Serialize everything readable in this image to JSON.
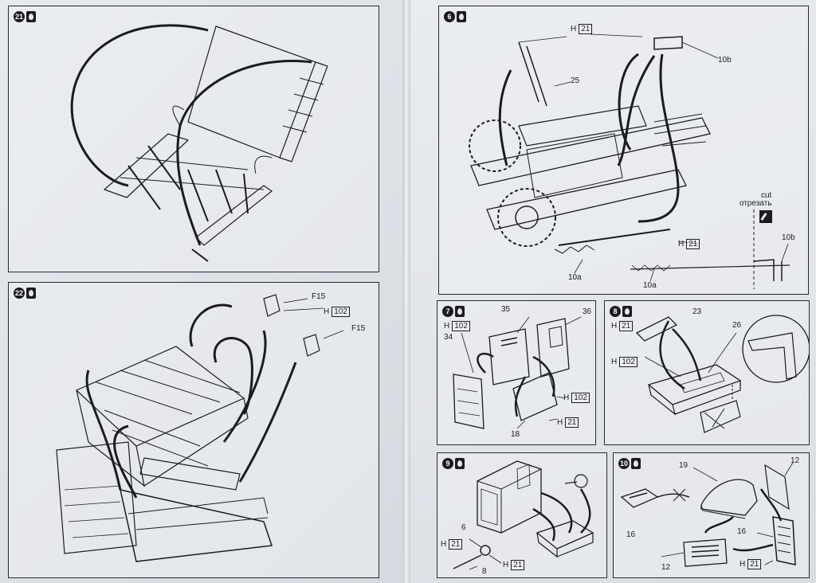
{
  "steps": {
    "s21": {
      "num": "21"
    },
    "s22": {
      "num": "22",
      "parts": {
        "f15a": "F15",
        "h102_prefix": "H",
        "h102": "102",
        "f15b": "F15"
      }
    },
    "s6": {
      "num": "6",
      "parts": {
        "h21_prefix": "H",
        "h21": "21",
        "p25": "25",
        "p10b": "10b",
        "h21b_prefix": "H",
        "h21b": "21",
        "p10a": "10a",
        "p10a2": "10a",
        "p10b2": "10b",
        "cut_en": "cut",
        "cut_ru": "отрезать"
      }
    },
    "s7": {
      "num": "7",
      "parts": {
        "h102_prefix": "H",
        "h102": "102",
        "p34": "34",
        "p35": "35",
        "p36": "36",
        "h102b_prefix": "H",
        "h102b": "102",
        "h21_prefix": "H",
        "h21": "21",
        "p18": "18"
      }
    },
    "s8": {
      "num": "8",
      "parts": {
        "h21_prefix": "H",
        "h21": "21",
        "p23": "23",
        "p26": "26",
        "h102_prefix": "H",
        "h102": "102"
      }
    },
    "s9": {
      "num": "9",
      "parts": {
        "p6": "6",
        "h21_prefix": "H",
        "h21": "21",
        "h21b_prefix": "H",
        "h21b": "21",
        "p8": "8"
      }
    },
    "s10": {
      "num": "10",
      "parts": {
        "p19": "19",
        "p12": "12",
        "p16": "16",
        "p16b": "16",
        "p12b": "12",
        "h21_prefix": "H",
        "h21": "21"
      }
    }
  },
  "icons": [
    "drop-icon",
    "cut-icon"
  ],
  "colors": {
    "ink": "#1c1c1e",
    "paper": "#e3e6eb"
  }
}
